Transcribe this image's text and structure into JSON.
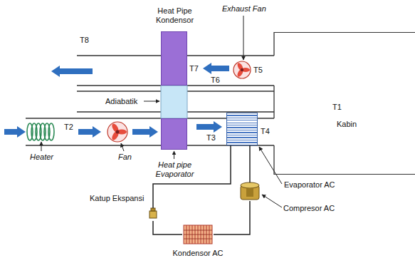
{
  "diagram": {
    "nodes": [
      {
        "text": [
          "T1",
          "Kabin"
        ]
      },
      {
        "text": [
          "Heat Pipe Kondensor"
        ]
      },
      {
        "text": [
          "Heat pipe Evaporator"
        ]
      },
      {
        "text": [
          "Evaporator AC"
        ]
      },
      {
        "text": [
          "Compresor AC"
        ]
      },
      {
        "text": [
          "Kondensor AC"
        ]
      },
      {
        "text": [
          "Katup Ekspansi"
        ]
      }
    ],
    "edges": [
      {
        "from": 3,
        "to": 4,
        "arrow": "none"
      },
      {
        "from": 4,
        "to": 5,
        "arrow": "none"
      },
      {
        "from": 5,
        "to": 6,
        "arrow": "none"
      },
      {
        "from": 6,
        "to": 3,
        "arrow": "none"
      }
    ],
    "labels": [
      "T8",
      "Exhaust Fan",
      "T7",
      "T6",
      "T5",
      "Adiabatik",
      "T2",
      "T3",
      "T4",
      "Heater",
      "Fan"
    ]
  }
}
